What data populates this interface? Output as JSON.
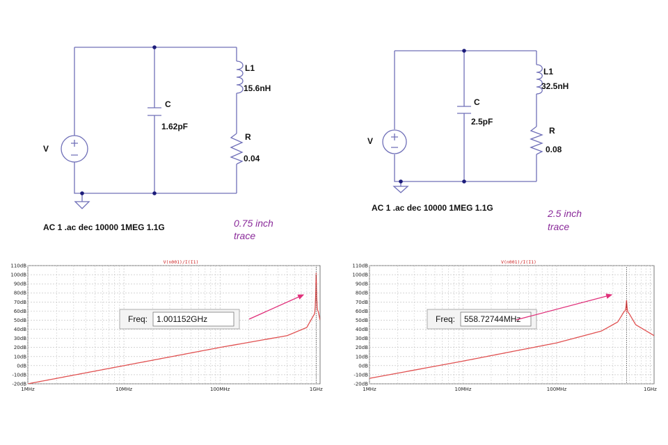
{
  "circuits": [
    {
      "source_label": "V",
      "cap_label": "C",
      "cap_value": "1.62pF",
      "ind_label": "L1",
      "ind_value": "15.6nH",
      "res_label": "R",
      "res_value": "0.04",
      "command": "AC 1  .ac dec 10000 1MEG 1.1G",
      "note_line1": "0.75 inch",
      "note_line2": "trace"
    },
    {
      "source_label": "V",
      "cap_label": "C",
      "cap_value": "2.5pF",
      "ind_label": "L1",
      "ind_value": "32.5nH",
      "res_label": "R",
      "res_value": "0.08",
      "command": "AC 1  .ac dec 10000 1MEG 1.1G",
      "note_line1": "2.5 inch",
      "note_line2": "trace"
    }
  ],
  "chart_data": [
    {
      "type": "line",
      "trace_name": "V(n001)/I(I1)",
      "x_scale": "log",
      "xlim_hz": [
        1000000,
        1100000000
      ],
      "x_ticks": [
        "1MHz",
        "10MHz",
        "100MHz",
        "1GHz"
      ],
      "x_tick_values_hz": [
        1000000,
        10000000,
        100000000,
        1000000000
      ],
      "ylim": [
        -20,
        110
      ],
      "y_ticks": [
        "110dB",
        "100dB",
        "90dB",
        "80dB",
        "70dB",
        "60dB",
        "50dB",
        "40dB",
        "30dB",
        "20dB",
        "10dB",
        "0dB",
        "-10dB",
        "-20dB"
      ],
      "y_tick_values": [
        110,
        100,
        90,
        80,
        70,
        60,
        50,
        40,
        30,
        20,
        10,
        0,
        -10,
        -20
      ],
      "grid": true,
      "resonance_hz": 1001152000,
      "peak_db": 102,
      "curve_points": [
        [
          1000000,
          -20
        ],
        [
          10000000,
          0
        ],
        [
          100000000,
          20
        ],
        [
          500000000,
          33
        ],
        [
          800000000,
          42
        ],
        [
          950000000,
          56
        ],
        [
          1001152000,
          102
        ],
        [
          1050000000,
          60
        ],
        [
          1100000000,
          50
        ]
      ],
      "marker_label": "Freq:",
      "marker_value": "1.001152GHz",
      "series_color": "#e05050"
    },
    {
      "type": "line",
      "trace_name": "V(n001)/I(I1)",
      "x_scale": "log",
      "xlim_hz": [
        1000000,
        1100000000
      ],
      "x_ticks": [
        "1MHz",
        "10MHz",
        "100MHz",
        "1GHz"
      ],
      "x_tick_values_hz": [
        1000000,
        10000000,
        100000000,
        1000000000
      ],
      "ylim": [
        -20,
        110
      ],
      "y_ticks": [
        "110dB",
        "100dB",
        "90dB",
        "80dB",
        "70dB",
        "60dB",
        "50dB",
        "40dB",
        "30dB",
        "20dB",
        "10dB",
        "0dB",
        "-10dB",
        "-20dB"
      ],
      "y_tick_values": [
        110,
        100,
        90,
        80,
        70,
        60,
        50,
        40,
        30,
        20,
        10,
        0,
        -10,
        -20
      ],
      "grid": true,
      "resonance_hz": 558727440,
      "peak_db": 72,
      "curve_points": [
        [
          1000000,
          -14
        ],
        [
          10000000,
          5
        ],
        [
          100000000,
          25
        ],
        [
          300000000,
          38
        ],
        [
          450000000,
          48
        ],
        [
          530000000,
          60
        ],
        [
          558727440,
          72
        ],
        [
          590000000,
          58
        ],
        [
          700000000,
          45
        ],
        [
          1100000000,
          33
        ]
      ],
      "marker_label": "Freq:",
      "marker_value": "558.72744MHz",
      "series_color": "#e05050"
    }
  ]
}
